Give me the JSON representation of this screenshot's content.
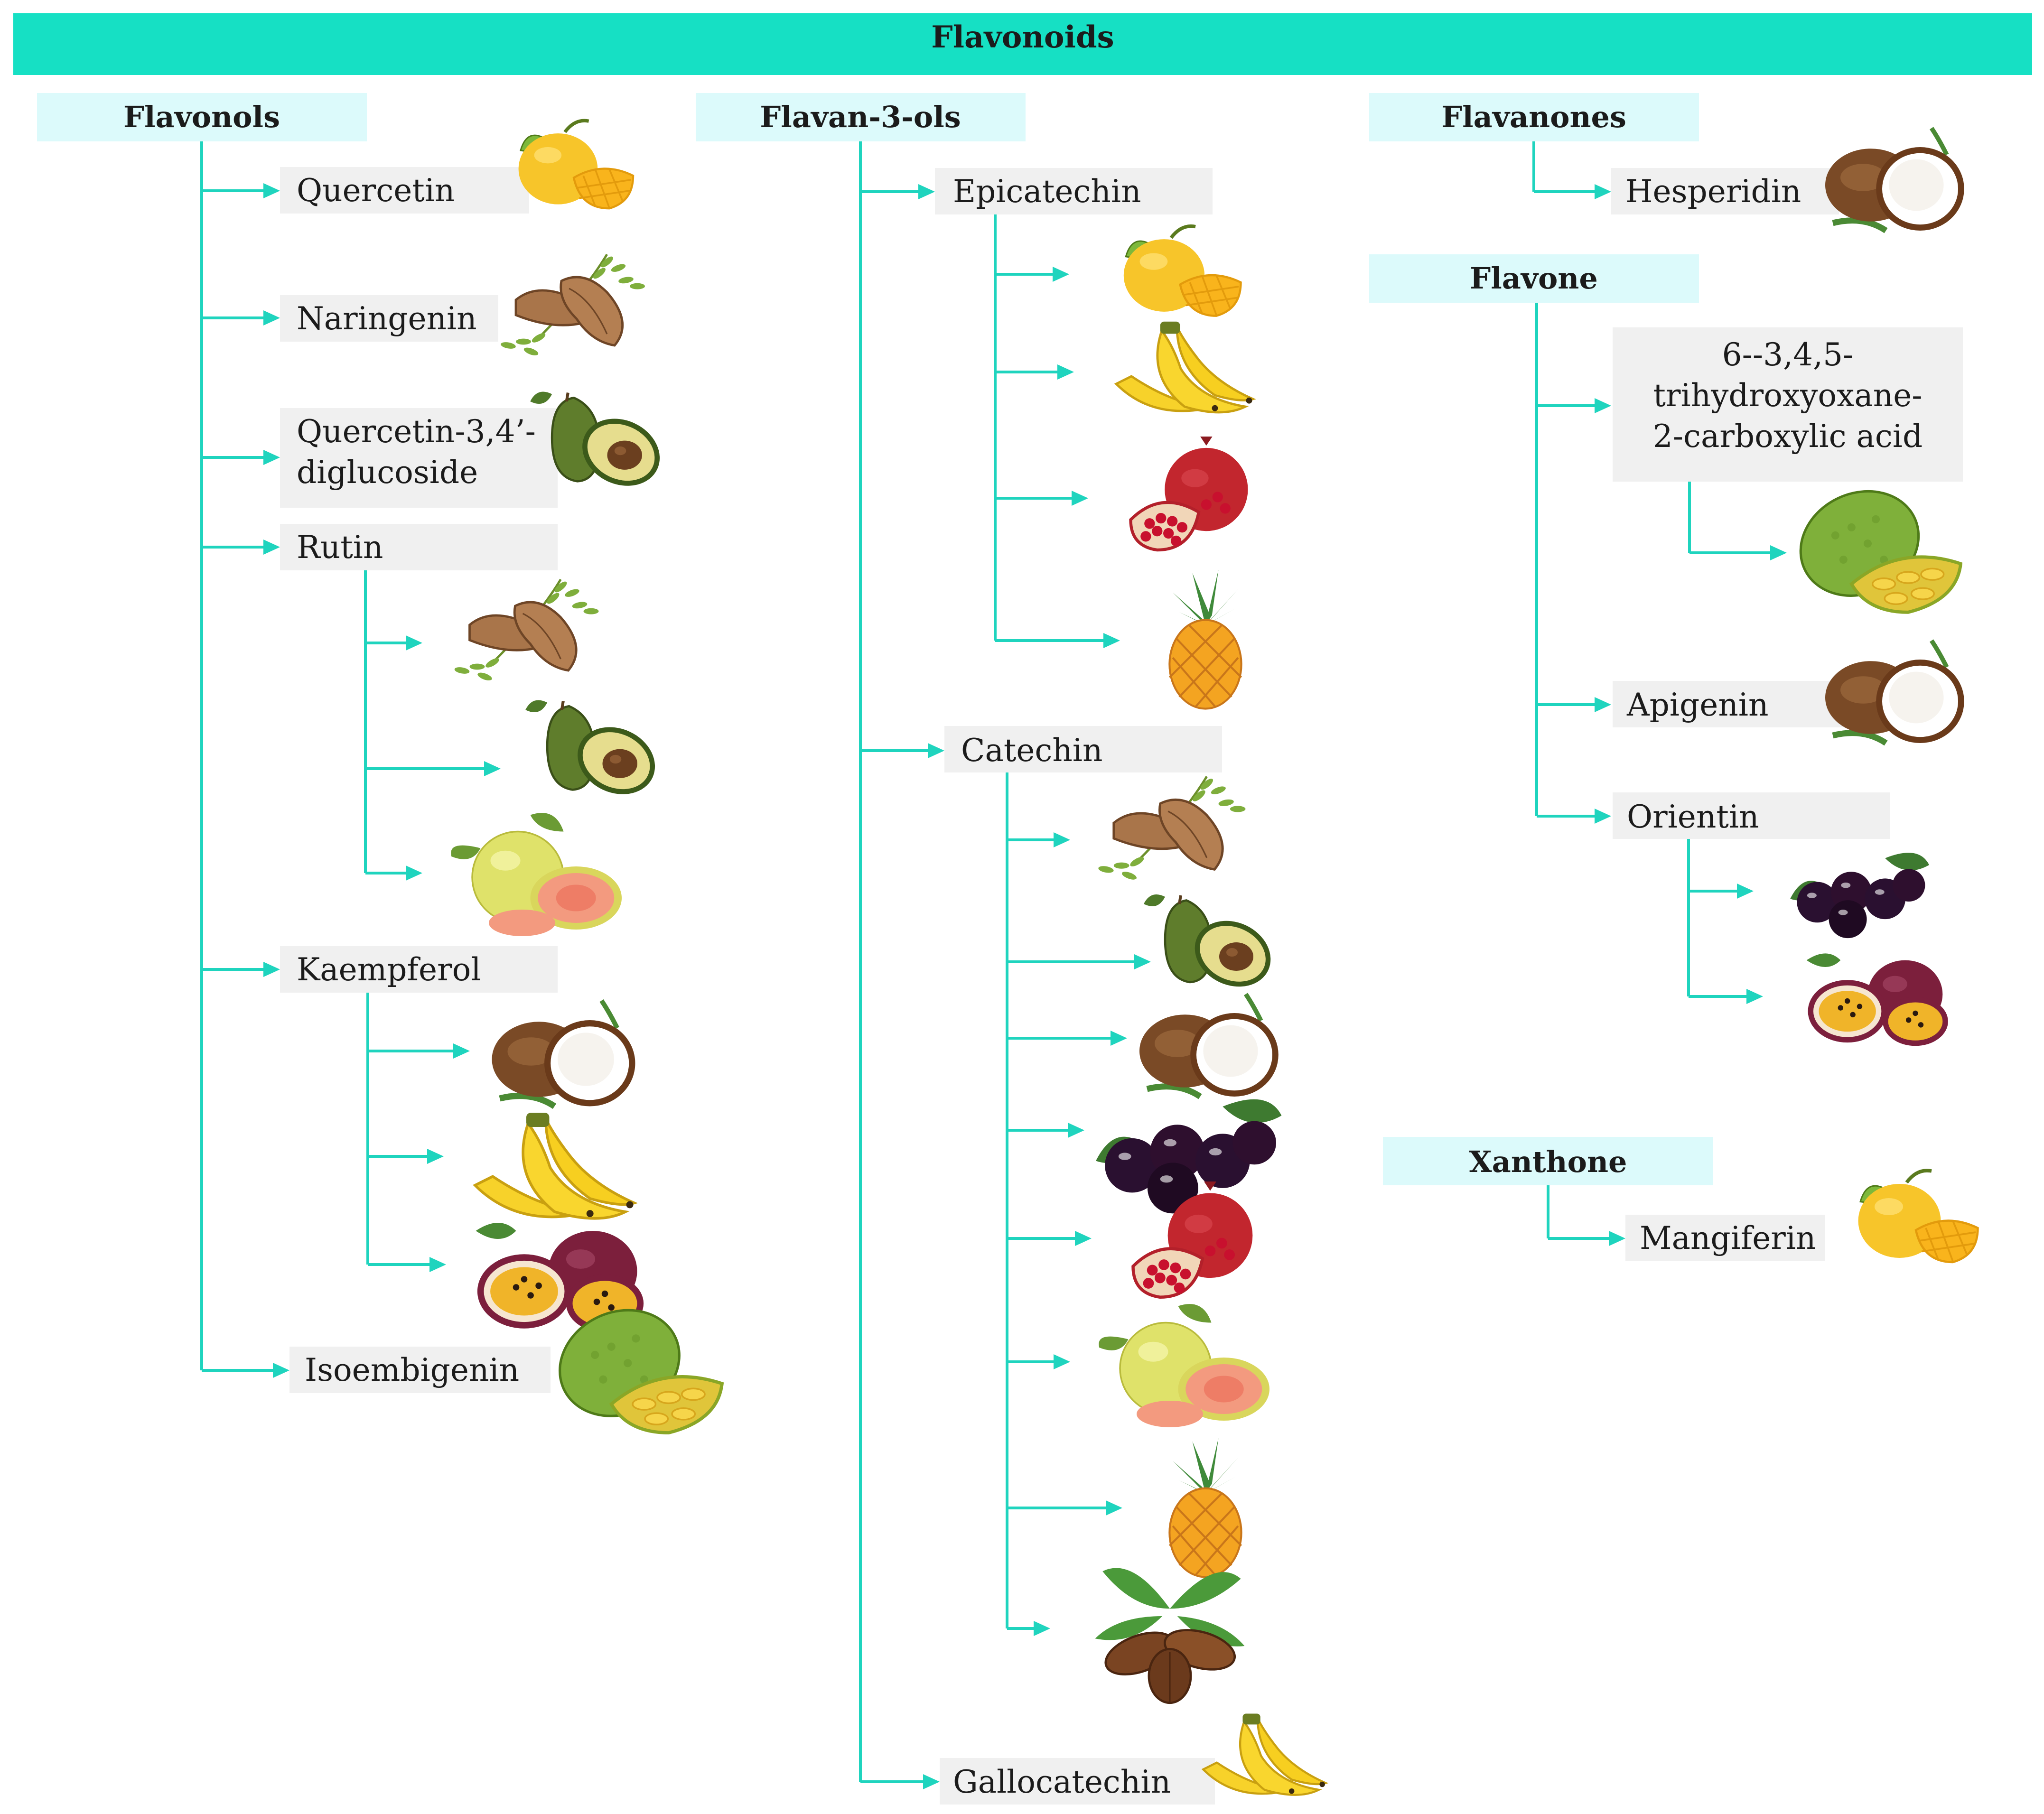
{
  "title": "Flavonoids",
  "colors": {
    "title_bar": "#16e0c4",
    "group_header_bg": "#dcfafb",
    "item_bg": "#f0f0f0",
    "connector": "#1fd4be"
  },
  "groups": {
    "flavonols": {
      "label": "Flavonols",
      "compounds": {
        "quercetin": {
          "label": "Quercetin",
          "fruits": [
            "mango"
          ]
        },
        "naringenin": {
          "label": "Naringenin",
          "fruits": [
            "tamarind"
          ]
        },
        "quercetin_diglucoside": {
          "label_line1": "Quercetin-3,4’-",
          "label_line2": "diglucoside",
          "fruits": [
            "avocado"
          ]
        },
        "rutin": {
          "label": "Rutin",
          "fruits": [
            "tamarind",
            "avocado",
            "guava"
          ]
        },
        "kaempferol": {
          "label": "Kaempferol",
          "fruits": [
            "coconut",
            "banana",
            "passion-fruit"
          ]
        },
        "isoembigenin": {
          "label": "Isoembigenin",
          "fruits": [
            "jackfruit"
          ]
        }
      }
    },
    "flavan3ols": {
      "label": "Flavan-3-ols",
      "compounds": {
        "epicatechin": {
          "label": "Epicatechin",
          "fruits": [
            "mango",
            "banana",
            "pomegranate",
            "pineapple"
          ]
        },
        "catechin": {
          "label": "Catechin",
          "fruits": [
            "tamarind",
            "avocado",
            "coconut",
            "acai",
            "pomegranate",
            "guava",
            "pineapple",
            "cocoa"
          ]
        },
        "gallocatechin": {
          "label": "Gallocatechin",
          "fruits": [
            "banana"
          ]
        }
      }
    },
    "flavanones": {
      "label": "Flavanones",
      "compounds": {
        "hesperidin": {
          "label": "Hesperidin",
          "fruits": [
            "coconut"
          ]
        }
      }
    },
    "flavone": {
      "label": "Flavone",
      "compounds": {
        "thoa": {
          "label_line1": "6--3,4,5-",
          "label_line2": "trihydroxyoxane-",
          "label_line3": "2-carboxylic acid",
          "fruits": [
            "jackfruit"
          ]
        },
        "apigenin": {
          "label": "Apigenin",
          "fruits": [
            "coconut"
          ]
        },
        "orientin": {
          "label": "Orientin",
          "fruits": [
            "acai",
            "passion-fruit"
          ]
        }
      }
    },
    "xanthone": {
      "label": "Xanthone",
      "compounds": {
        "mangiferin": {
          "label": "Mangiferin",
          "fruits": [
            "mango"
          ]
        }
      }
    }
  }
}
